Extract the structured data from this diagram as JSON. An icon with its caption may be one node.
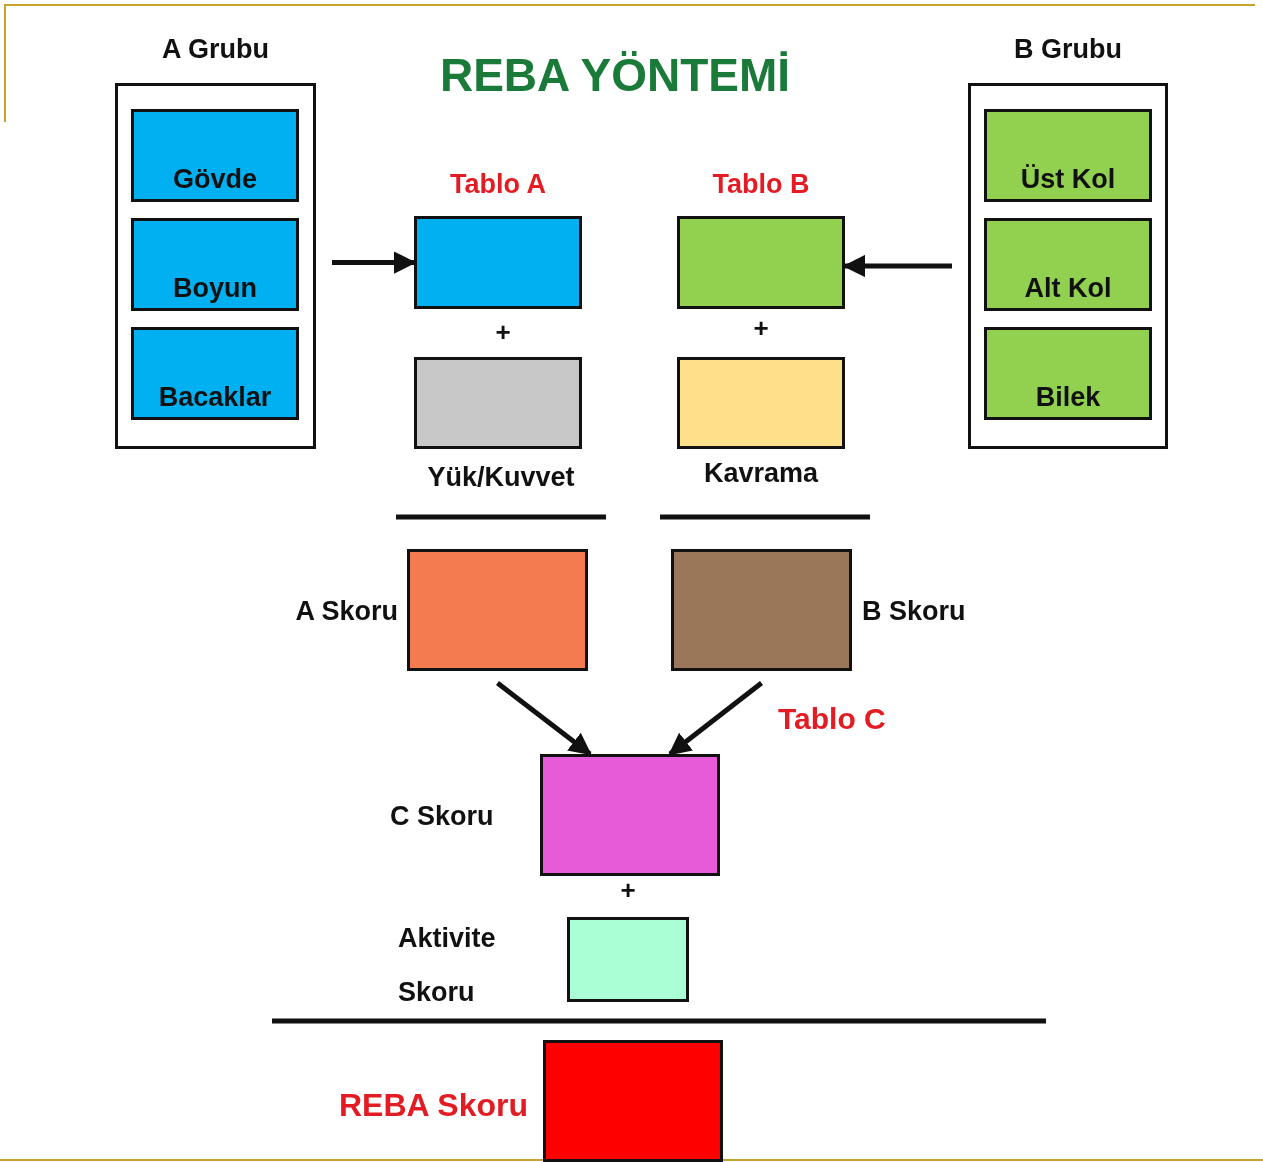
{
  "diagram": {
    "title": "REBA YÖNTEMİ",
    "nodes": [
      {
        "text": [
          "A Grubu"
        ]
      },
      {
        "text": [
          "Gövde"
        ],
        "in": 0
      },
      {
        "text": [
          "Boyun"
        ],
        "in": 0
      },
      {
        "text": [
          "Bacaklar"
        ],
        "in": 0
      },
      {
        "text": [
          "B Grubu"
        ]
      },
      {
        "text": [
          "Üst Kol"
        ],
        "in": 4
      },
      {
        "text": [
          "Alt Kol"
        ],
        "in": 4
      },
      {
        "text": [
          "Bilek"
        ],
        "in": 4
      },
      {
        "text": [
          "Tablo A"
        ]
      },
      {
        "text": [
          "Yük/Kuvvet"
        ]
      },
      {
        "text": [
          "Tablo B"
        ]
      },
      {
        "text": [
          "Kavrama"
        ]
      },
      {
        "text": [
          "A Skoru"
        ]
      },
      {
        "text": [
          "B Skoru"
        ]
      },
      {
        "text": [
          "C Skoru"
        ]
      },
      {
        "text": [
          "Aktivite Skoru"
        ]
      },
      {
        "text": [
          "REBA Skoru"
        ]
      }
    ],
    "edges": [
      {
        "from": 0,
        "to": 8,
        "arrow": "to"
      },
      {
        "from": 4,
        "to": 10,
        "arrow": "to"
      },
      {
        "from": 12,
        "to": 14,
        "arrow": "to"
      },
      {
        "from": 13,
        "to": 14,
        "arrow": "to",
        "label": "Tablo C"
      }
    ],
    "labels": [
      "+",
      "+",
      "+"
    ]
  }
}
